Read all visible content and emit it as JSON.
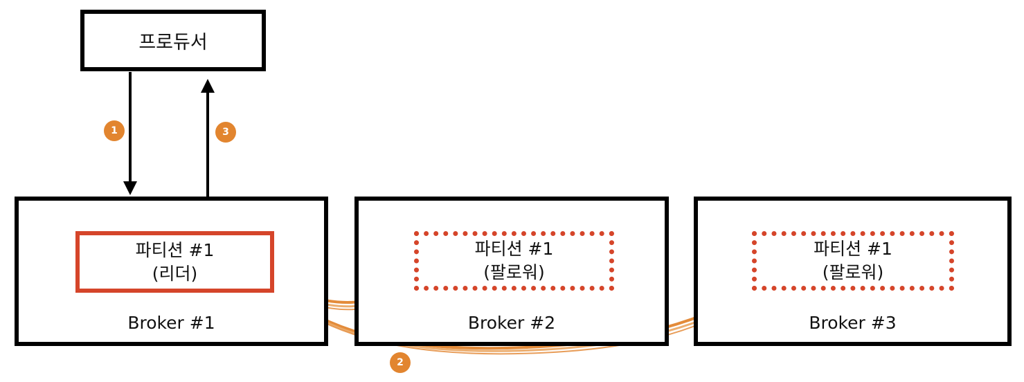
{
  "producer": {
    "label": "프로듀서"
  },
  "brokers": [
    {
      "label": "Broker #1",
      "partition": {
        "line1": "파티션 #1",
        "line2": "(리더)"
      }
    },
    {
      "label": "Broker #2",
      "partition": {
        "line1": "파티션 #1",
        "line2": "(팔로워)"
      }
    },
    {
      "label": "Broker #3",
      "partition": {
        "line1": "파티션 #1",
        "line2": "(팔로워)"
      }
    }
  ],
  "steps": {
    "one": "1",
    "two": "2",
    "three": "3"
  },
  "colors": {
    "box_border": "#000000",
    "partition_border": "#D5452A",
    "badge": "#E2852F",
    "replication_arrow": "#E2852F"
  }
}
